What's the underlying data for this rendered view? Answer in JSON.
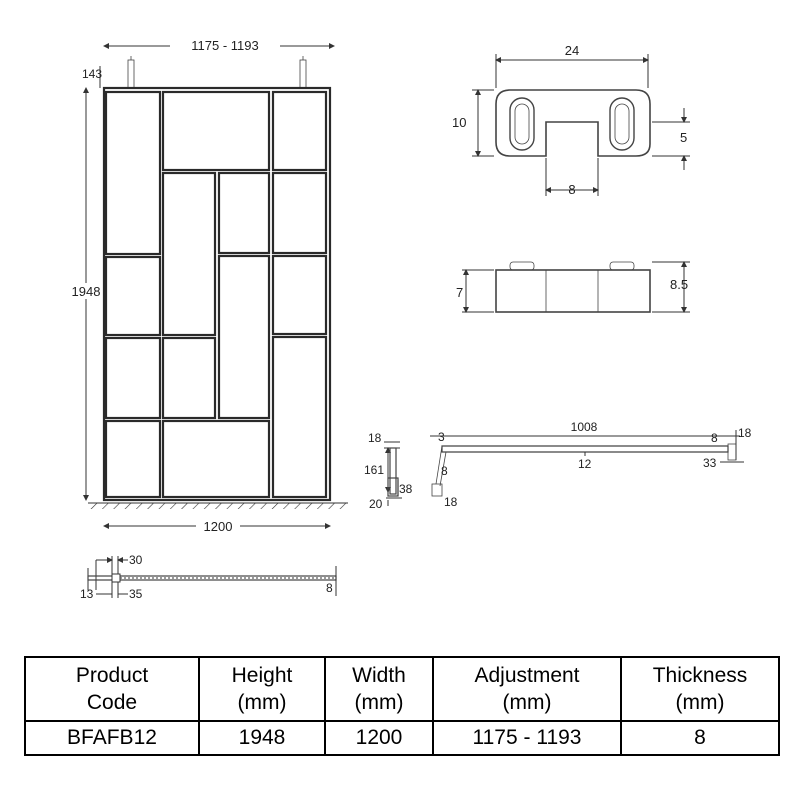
{
  "dimensions": {
    "adjustment_top": "1175 - 1193",
    "bracket_offset": "143",
    "panel_height": "1948",
    "panel_width": "1200",
    "clamp_width": "24",
    "clamp_height": "10",
    "clamp_slot_depth": "5",
    "clamp_slot_width": "8",
    "clamp_side_height": "7",
    "clamp_side_total": "8.5",
    "arm_top": "18",
    "arm_length": "161",
    "arm_bottom": "20",
    "arm_foot": "38",
    "bar_inner": "3",
    "bar_length": "1008",
    "bar_mid": "12",
    "bar_clamp_gap": "8",
    "bar_end_height": "18",
    "bar_end_offset": "33",
    "bar_drop": "8",
    "bar_drop_foot": "18",
    "profile_top": "30",
    "profile_left": "13",
    "profile_right": "35",
    "glass_thickness": "8"
  },
  "table": {
    "headers": [
      {
        "line1": "Product",
        "line2": "Code"
      },
      {
        "line1": "Height",
        "line2": "(mm)"
      },
      {
        "line1": "Width",
        "line2": "(mm)"
      },
      {
        "line1": "Adjustment",
        "line2": "(mm)"
      },
      {
        "line1": "Thickness",
        "line2": "(mm)"
      }
    ],
    "row": [
      "BFAFB12",
      "1948",
      "1200",
      "1175 - 1193",
      "8"
    ]
  }
}
